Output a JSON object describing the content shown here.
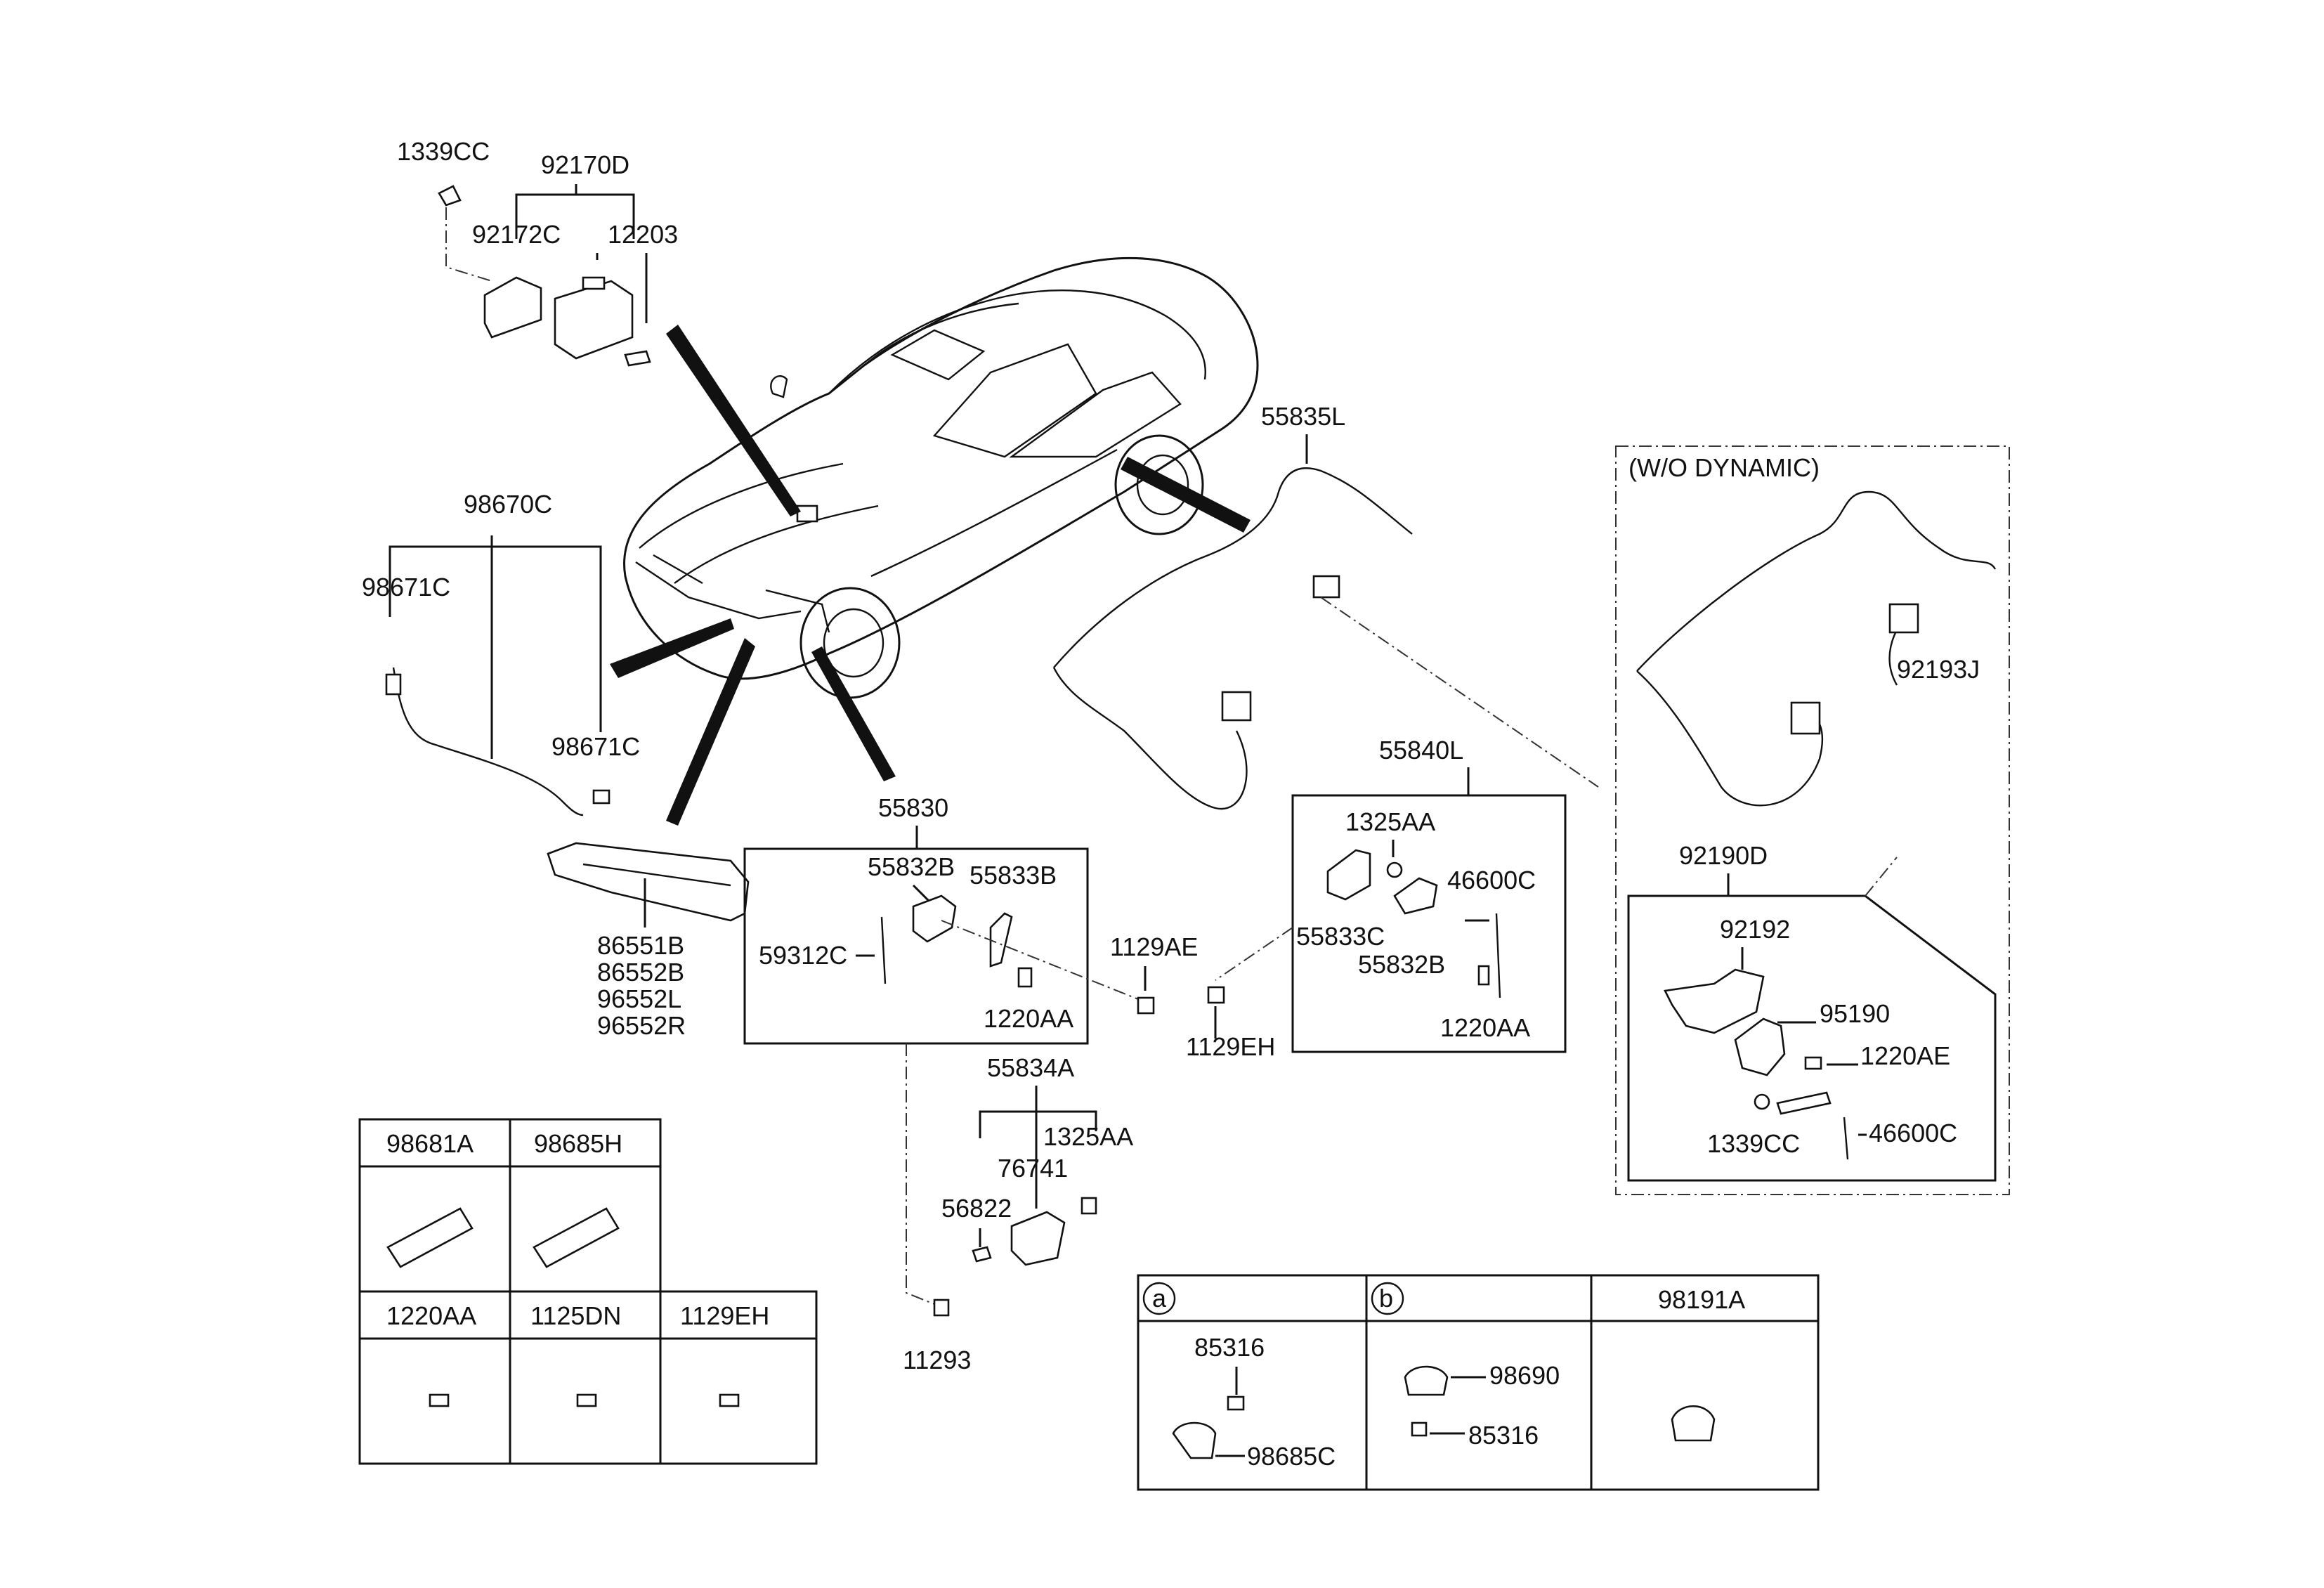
{
  "labels": {
    "p1339CC_top": "1339CC",
    "p92170D": "92170D",
    "p92172C": "92172C",
    "p12203": "12203",
    "p98670C": "98670C",
    "p98671C_a": "98671C",
    "p98671C_b": "98671C",
    "p86551B": "86551B",
    "p86552B": "86552B",
    "p96552L": "96552L",
    "p96552R": "96552R",
    "p55835L": "55835L",
    "wo_dynamic": "(W/O DYNAMIC)",
    "p92193J": "92193J",
    "p92190D": "92190D",
    "p92192": "92192",
    "p95190": "95190",
    "p1220AE_right": "1220AE",
    "p1339CC_right": "1339CC",
    "p46600C_right": "46600C",
    "p55840L": "55840L",
    "p1325AA_mid": "1325AA",
    "p46600C_mid": "46600C",
    "p55833C": "55833C",
    "p55832B_mid": "55832B",
    "p1220AA_mid": "1220AA",
    "p55830": "55830",
    "p55832B_left": "55832B",
    "p55833B": "55833B",
    "p59312C": "59312C",
    "p1220AA_left": "1220AA",
    "p1129AE": "1129AE",
    "p1129EH": "1129EH",
    "p55834A": "55834A",
    "p1325AA_low": "1325AA",
    "p76741": "76741",
    "p56822": "56822",
    "p11293": "11293"
  },
  "left_table": {
    "headers_row1": [
      "98681A",
      "98685H"
    ],
    "headers_row2": [
      "1220AA",
      "1125DN",
      "1129EH"
    ]
  },
  "right_table": {
    "col_a_marker": "a",
    "col_b_marker": "b",
    "col_c_header": "98191A",
    "a_labels": [
      "85316",
      "98685C"
    ],
    "b_labels": [
      "98690",
      "85316"
    ]
  }
}
